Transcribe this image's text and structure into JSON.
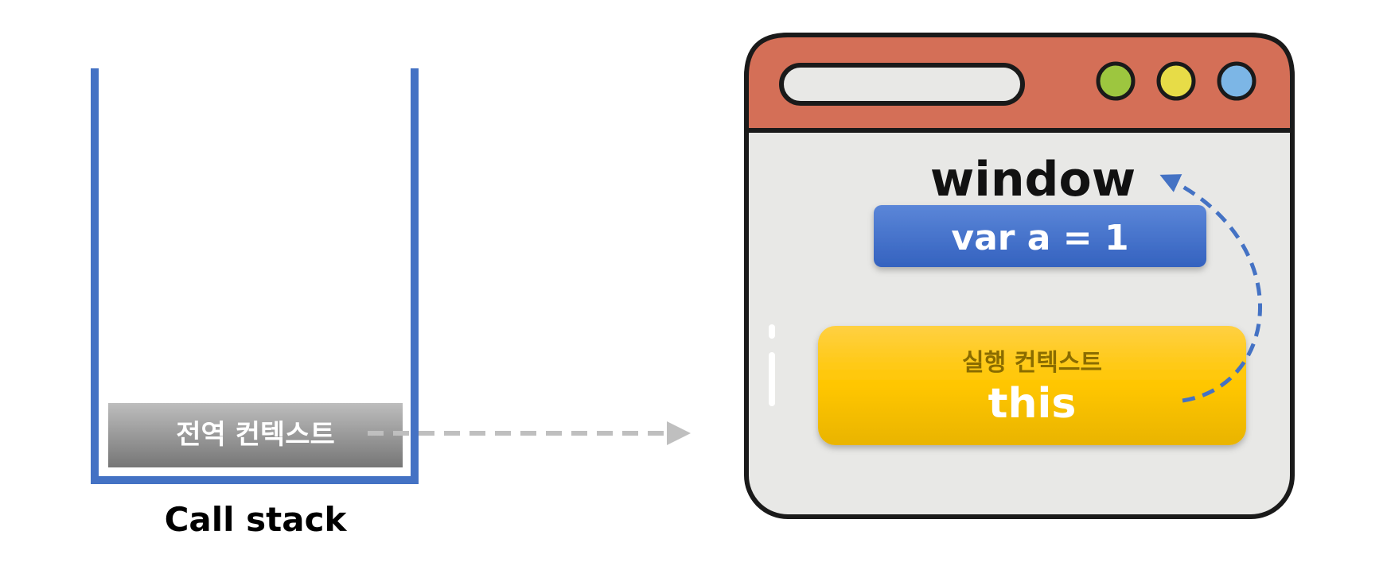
{
  "call_stack": {
    "frame_label": "전역 컨텍스트",
    "caption": "Call stack"
  },
  "browser_window": {
    "object_name": "window",
    "variable": "var a = 1",
    "context_title": "실행 컨텍스트",
    "context_value": "this",
    "dots": [
      {
        "name": "green",
        "color": "#9dc63f"
      },
      {
        "name": "yellow",
        "color": "#e7dc47"
      },
      {
        "name": "blue",
        "color": "#7cb6e6"
      }
    ]
  },
  "colors": {
    "stack_border": "#4472c4",
    "titlebar": "#d46f57",
    "window_body": "#e8e8e6",
    "variable_box": "#3f6cc6",
    "context_box": "#ffc000",
    "arrow_dashed_gray": "#bfbfbf",
    "arrow_dashed_blue": "#4472c4"
  }
}
